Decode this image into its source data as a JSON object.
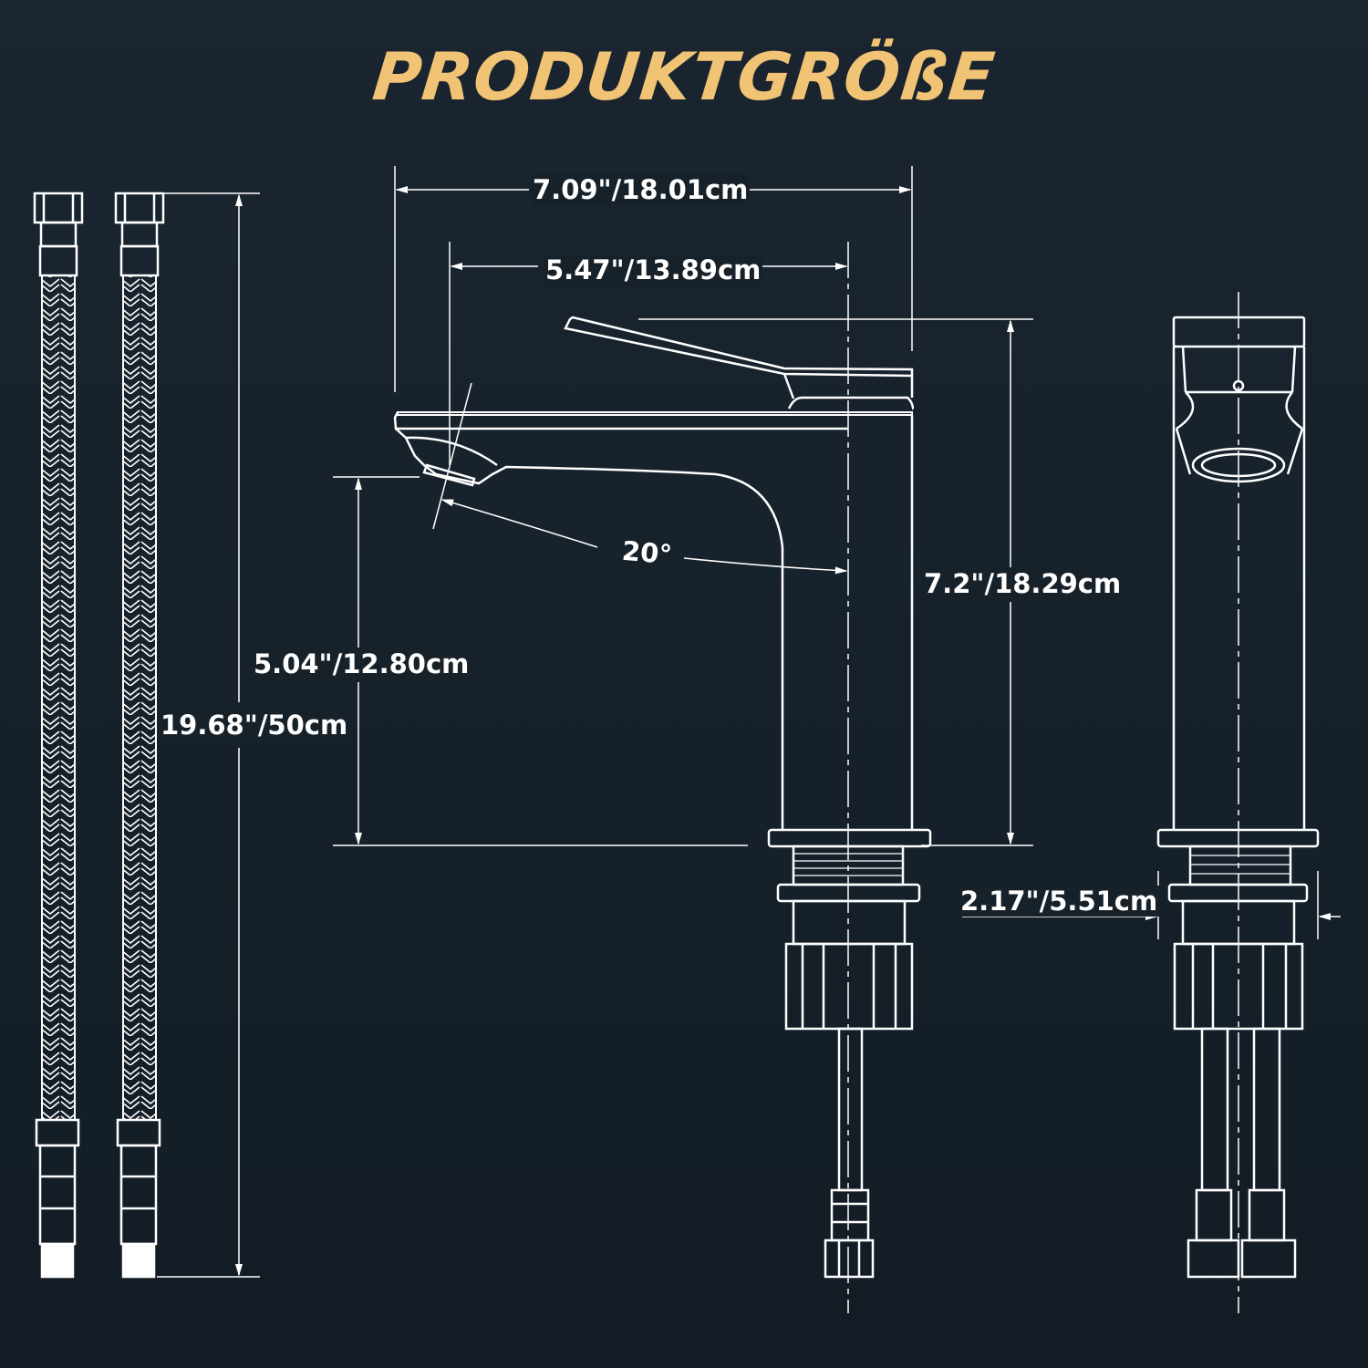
{
  "title": "PRODUKTGRÖßE",
  "dimensions": {
    "total_width": "7.09\"/18.01cm",
    "spout_reach": "5.47\"/13.89cm",
    "total_height": "7.2\"/18.29cm",
    "spout_height": "5.04\"/12.80cm",
    "hose_length": "19.68\"/50cm",
    "base_diameter": "2.17\"/5.51cm",
    "spout_angle": "20°"
  },
  "colors": {
    "background": "#17212a",
    "title": "#f1c374",
    "lines": "#ffffff"
  }
}
